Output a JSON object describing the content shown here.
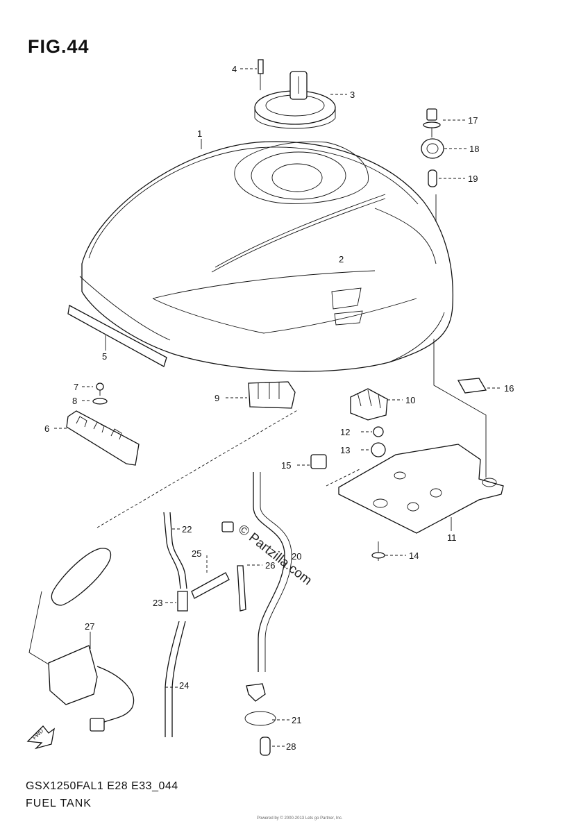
{
  "figure": {
    "title": "FIG.44",
    "footer_code": "GSX1250FAL1 E28 E33_044",
    "footer_name": "FUEL TANK",
    "watermark": "© Partzilla.com",
    "fine_print": "Powered by © 2000-2013 Lets go Partner, Inc."
  },
  "callouts": [
    "1",
    "2",
    "3",
    "4",
    "5",
    "6",
    "7",
    "8",
    "9",
    "10",
    "11",
    "12",
    "13",
    "14",
    "15",
    "16",
    "17",
    "18",
    "19",
    "20",
    "21",
    "22",
    "23",
    "24",
    "25",
    "26",
    "27",
    "28"
  ],
  "direction_arrow": {
    "label": "FWD",
    "icon": "forward-arrow-icon"
  }
}
